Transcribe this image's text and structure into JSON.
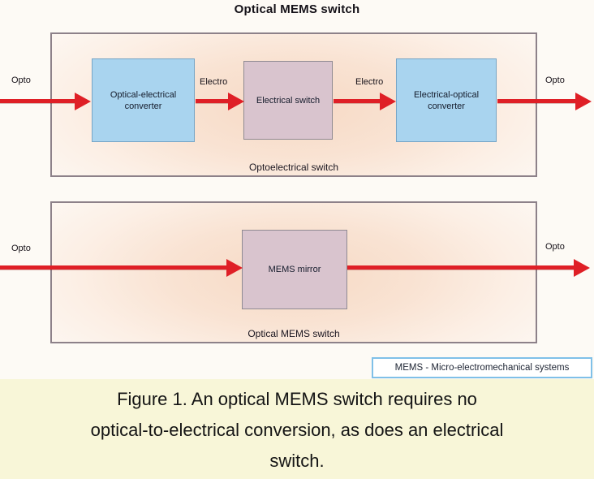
{
  "title": "Optical MEMS switch",
  "colors": {
    "arrow_red": "#df1f26",
    "converter_blue": "#a9d4ef",
    "switch_pink": "#d9c4ce",
    "caption_bg": "#f8f6d8",
    "footnote_border": "#7fc0e8",
    "box_border": "#8d8189"
  },
  "top_diagram": {
    "container_label": "Optoelectrical switch",
    "boxes": [
      {
        "label": "Optical-electrical converter"
      },
      {
        "label": "Electrical switch"
      },
      {
        "label": "Electrical-optical converter"
      }
    ],
    "arrow_labels": [
      "Opto",
      "Electro",
      "Electro",
      "Opto"
    ]
  },
  "bottom_diagram": {
    "container_label": "Optical MEMS switch",
    "boxes": [
      {
        "label": "MEMS mirror"
      }
    ],
    "arrow_labels": [
      "Opto",
      "Opto"
    ]
  },
  "footnote": "MEMS - Micro-electromechanical systems",
  "caption": {
    "lines": [
      "Figure 1. An optical MEMS switch requires no",
      "optical-to-electrical conversion, as does an electrical",
      "switch."
    ]
  }
}
